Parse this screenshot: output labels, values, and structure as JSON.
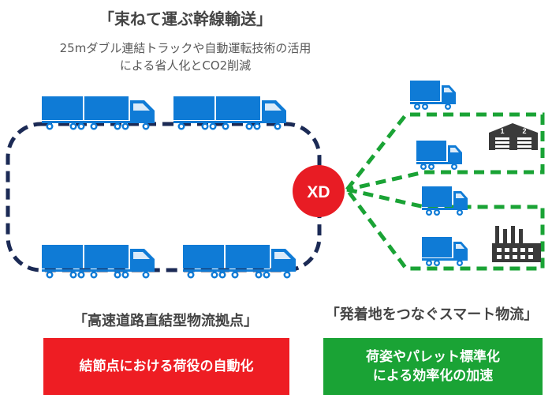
{
  "header": {
    "title": "「束ねて運ぶ幹線輸送」",
    "subtitle_line1": "25mダブル連結トラックや自動運転技術の活用",
    "subtitle_line2": "による省人化とCO2削減"
  },
  "hub": {
    "label": "XD",
    "color": "#e81c24"
  },
  "labels": {
    "left": "「高速道路直結型物流拠点」",
    "right": "「発着地をつなぐスマート物流」"
  },
  "boxes": {
    "left": "結節点における荷役の自動化",
    "right_line1": "荷姿やパレット標準化",
    "right_line2": "による効率化の加速"
  },
  "colors": {
    "truck_blue": "#0f7bd6",
    "loop_navy": "#1b2a55",
    "route_green": "#1aa335",
    "box_red": "#ee1d23",
    "box_green": "#1aa335"
  },
  "icons": {
    "warehouse": {
      "name": "warehouse-icon",
      "bay_numbers": [
        "1",
        "2"
      ]
    },
    "factory": {
      "name": "factory-icon"
    }
  }
}
